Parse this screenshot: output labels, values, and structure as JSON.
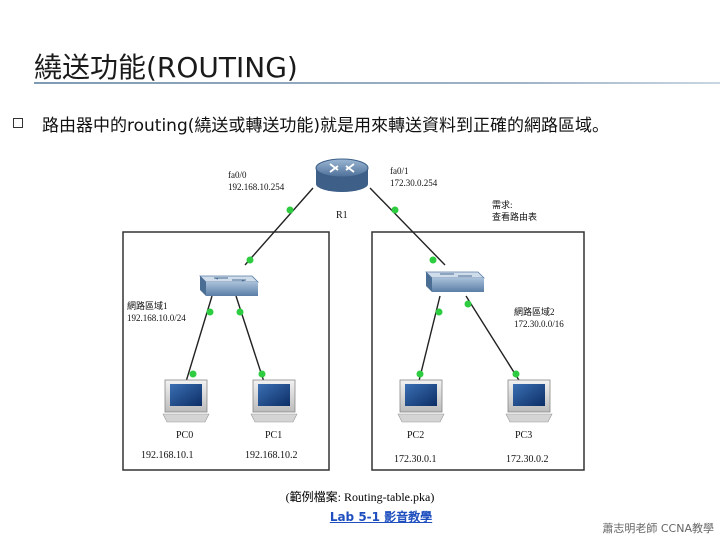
{
  "slide": {
    "title": "繞送功能(ROUTING)",
    "bullet": "路由器中的routing(繞送或轉送功能)就是用來轉送資料到正確的網路區域。",
    "caption": "(範例檔案: Routing-table.pka)",
    "lab_link": "Lab 5-1 影音教學",
    "footer": "蕭志明老師 CCNA教學"
  },
  "diagram": {
    "router": {
      "name": "R1",
      "left_iface": "fa0/0",
      "left_ip": "192.168.10.254",
      "right_iface": "fa0/1",
      "right_ip": "172.30.0.254",
      "request_line1": "需求:",
      "request_line2": "查看路由表"
    },
    "zones": [
      {
        "name": "網路區域1",
        "subnet": "192.168.10.0/24"
      },
      {
        "name": "網路區域2",
        "subnet": "172.30.0.0/16"
      }
    ],
    "pcs": [
      {
        "name": "PC0",
        "ip": "192.168.10.1"
      },
      {
        "name": "PC1",
        "ip": "192.168.10.2"
      },
      {
        "name": "PC2",
        "ip": "172.30.0.1"
      },
      {
        "name": "PC3",
        "ip": "172.30.0.2"
      }
    ],
    "colors": {
      "link_dot": "#2ecc40",
      "device_blue": "#6d8fb5",
      "zone_border": "#333333"
    }
  }
}
